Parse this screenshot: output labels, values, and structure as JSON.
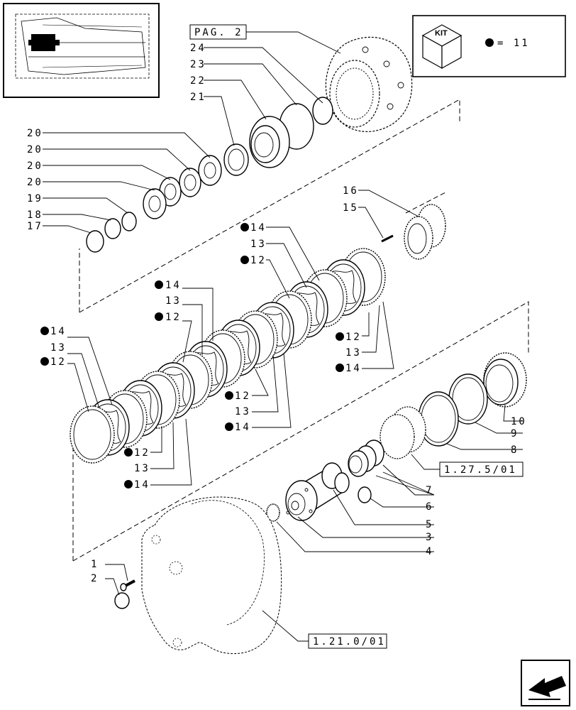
{
  "refs": {
    "pag": "PAG. 2",
    "sec_1_27": "1.27.5/01",
    "sec_1_21": "1.21.0/01"
  },
  "kit": {
    "title": "KIT",
    "count_text": "= 11"
  },
  "labels": {
    "n1": "1",
    "n2": "2",
    "n3": "3",
    "n4": "4",
    "n5": "5",
    "n6": "6",
    "n7": "7",
    "n8": "8",
    "n9": "9",
    "n10": "10",
    "n12": "12",
    "n13": "13",
    "n14": "14",
    "n15": "15",
    "n16": "16",
    "n17": "17",
    "n18": "18",
    "n19": "19",
    "n20": "20",
    "n21": "21",
    "n22": "22",
    "n23": "23",
    "n24": "24"
  },
  "icons": {
    "kit_marker": "black-dot",
    "navigation": "next-page-arrow"
  }
}
